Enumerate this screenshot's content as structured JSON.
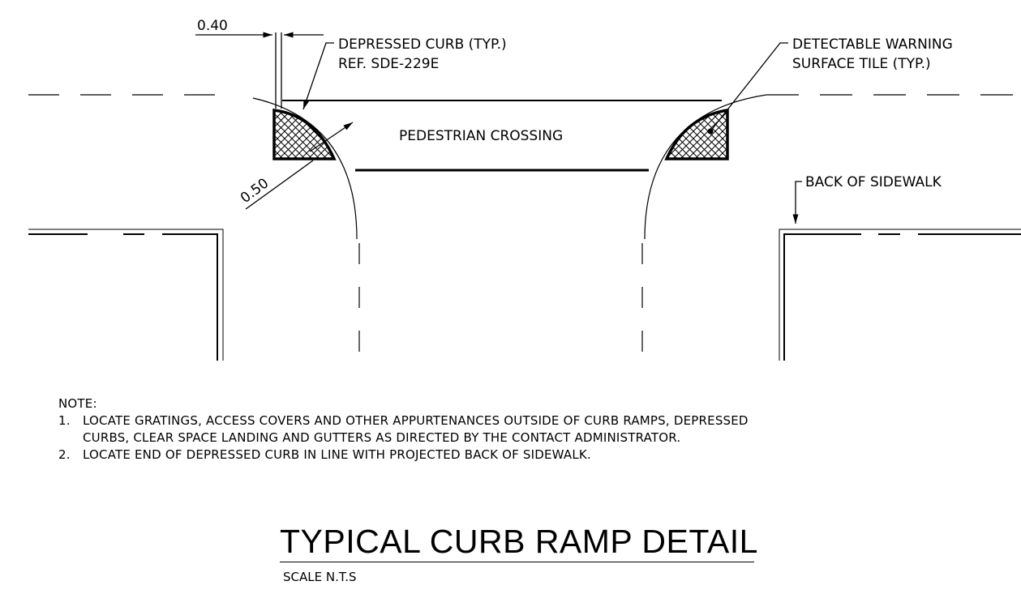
{
  "drawing": {
    "labels": {
      "dim_curb_width": "0.40",
      "dim_tile_depth": "0.50",
      "depressed_curb_line1": "DEPRESSED CURB (TYP.)",
      "depressed_curb_line2": "REF. SDE-229E",
      "warning_tile_line1": "DETECTABLE WARNING",
      "warning_tile_line2": "SURFACE TILE (TYP.)",
      "pedestrian_crossing": "PEDESTRIAN CROSSING",
      "back_of_sidewalk": "BACK OF SIDEWALK"
    },
    "colors": {
      "line": "#000000",
      "background": "#ffffff"
    }
  },
  "notes": {
    "heading": "NOTE:",
    "items": [
      {
        "num": "1.",
        "lines": [
          "LOCATE GRATINGS, ACCESS COVERS AND OTHER APPURTENANCES OUTSIDE OF CURB RAMPS, DEPRESSED",
          "CURBS, CLEAR SPACE LANDING AND GUTTERS AS DIRECTED BY THE CONTACT ADMINISTRATOR."
        ]
      },
      {
        "num": "2.",
        "lines": [
          "LOCATE END OF DEPRESSED CURB IN LINE WITH PROJECTED BACK OF SIDEWALK."
        ]
      }
    ]
  },
  "title_block": {
    "title": "TYPICAL CURB RAMP DETAIL",
    "scale": "SCALE N.T.S"
  }
}
